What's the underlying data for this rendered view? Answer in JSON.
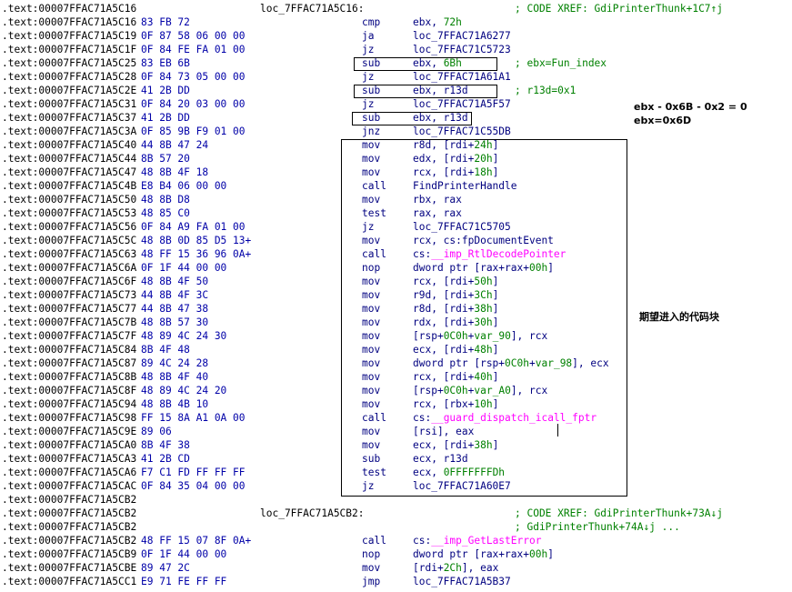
{
  "colors": {
    "address": "#000000",
    "bytes": "#0000a8",
    "instruction": "#000080",
    "comment": "#008000",
    "import": "#ff00ff",
    "background": "#ffffff"
  },
  "lines": [
    {
      "addr": ".text:00007FFAC71A5C16",
      "bytes": "",
      "label": "loc_7FFAC71A5C16:",
      "mn": "",
      "op": [],
      "cmt": "; CODE XREF: GdiPrinterThunk+1C7↑j"
    },
    {
      "addr": ".text:00007FFAC71A5C16",
      "bytes": "83 FB 72",
      "label": "",
      "mn": "cmp",
      "op": [
        {
          "t": "ebx, "
        },
        {
          "t": "72h",
          "c": "num"
        }
      ],
      "cmt": ""
    },
    {
      "addr": ".text:00007FFAC71A5C19",
      "bytes": "0F 87 58 06 00 00",
      "label": "",
      "mn": "ja",
      "op": [
        {
          "t": "loc_7FFAC71A6277"
        }
      ],
      "cmt": ""
    },
    {
      "addr": ".text:00007FFAC71A5C1F",
      "bytes": "0F 84 FE FA 01 00",
      "label": "",
      "mn": "jz",
      "op": [
        {
          "t": "loc_7FFAC71C5723"
        }
      ],
      "cmt": ""
    },
    {
      "addr": ".text:00007FFAC71A5C25",
      "bytes": "83 EB 6B",
      "label": "",
      "mn": "sub",
      "op": [
        {
          "t": "ebx, "
        },
        {
          "t": "6Bh",
          "c": "num"
        }
      ],
      "cmt": "; ebx=Fun_index"
    },
    {
      "addr": ".text:00007FFAC71A5C28",
      "bytes": "0F 84 73 05 00 00",
      "label": "",
      "mn": "jz",
      "op": [
        {
          "t": "loc_7FFAC71A61A1"
        }
      ],
      "cmt": ""
    },
    {
      "addr": ".text:00007FFAC71A5C2E",
      "bytes": "41 2B DD",
      "label": "",
      "mn": "sub",
      "op": [
        {
          "t": "ebx, r13d"
        }
      ],
      "cmt": "; r13d=0x1"
    },
    {
      "addr": ".text:00007FFAC71A5C31",
      "bytes": "0F 84 20 03 00 00",
      "label": "",
      "mn": "jz",
      "op": [
        {
          "t": "loc_7FFAC71A5F57"
        }
      ],
      "cmt": ""
    },
    {
      "addr": ".text:00007FFAC71A5C37",
      "bytes": "41 2B DD",
      "label": "",
      "mn": "sub",
      "op": [
        {
          "t": "ebx, r13d"
        }
      ],
      "cmt": ""
    },
    {
      "addr": ".text:00007FFAC71A5C3A",
      "bytes": "0F 85 9B F9 01 00",
      "label": "",
      "mn": "jnz",
      "op": [
        {
          "t": "loc_7FFAC71C55DB"
        }
      ],
      "cmt": ""
    },
    {
      "addr": ".text:00007FFAC71A5C40",
      "bytes": "44 8B 47 24",
      "label": "",
      "mn": "mov",
      "op": [
        {
          "t": "r8d, [rdi+"
        },
        {
          "t": "24h",
          "c": "num"
        },
        {
          "t": "]"
        }
      ],
      "cmt": ""
    },
    {
      "addr": ".text:00007FFAC71A5C44",
      "bytes": "8B 57 20",
      "label": "",
      "mn": "mov",
      "op": [
        {
          "t": "edx, [rdi+"
        },
        {
          "t": "20h",
          "c": "num"
        },
        {
          "t": "]"
        }
      ],
      "cmt": ""
    },
    {
      "addr": ".text:00007FFAC71A5C47",
      "bytes": "48 8B 4F 18",
      "label": "",
      "mn": "mov",
      "op": [
        {
          "t": "rcx, [rdi+"
        },
        {
          "t": "18h",
          "c": "num"
        },
        {
          "t": "]"
        }
      ],
      "cmt": ""
    },
    {
      "addr": ".text:00007FFAC71A5C4B",
      "bytes": "E8 B4 06 00 00",
      "label": "",
      "mn": "call",
      "op": [
        {
          "t": "FindPrinterHandle"
        }
      ],
      "cmt": ""
    },
    {
      "addr": ".text:00007FFAC71A5C50",
      "bytes": "48 8B D8",
      "label": "",
      "mn": "mov",
      "op": [
        {
          "t": "rbx, rax"
        }
      ],
      "cmt": ""
    },
    {
      "addr": ".text:00007FFAC71A5C53",
      "bytes": "48 85 C0",
      "label": "",
      "mn": "test",
      "op": [
        {
          "t": "rax, rax"
        }
      ],
      "cmt": ""
    },
    {
      "addr": ".text:00007FFAC71A5C56",
      "bytes": "0F 84 A9 FA 01 00",
      "label": "",
      "mn": "jz",
      "op": [
        {
          "t": "loc_7FFAC71C5705"
        }
      ],
      "cmt": ""
    },
    {
      "addr": ".text:00007FFAC71A5C5C",
      "bytes": "48 8B 0D 85 D5 13+",
      "label": "",
      "mn": "mov",
      "op": [
        {
          "t": "rcx, cs:fpDocumentEvent"
        }
      ],
      "cmt": ""
    },
    {
      "addr": ".text:00007FFAC71A5C63",
      "bytes": "48 FF 15 36 96 0A+",
      "label": "",
      "mn": "call",
      "op": [
        {
          "t": "cs:"
        },
        {
          "t": "__imp_RtlDecodePointer",
          "c": "imp"
        }
      ],
      "cmt": ""
    },
    {
      "addr": ".text:00007FFAC71A5C6A",
      "bytes": "0F 1F 44 00 00",
      "label": "",
      "mn": "nop",
      "op": [
        {
          "t": "dword ptr [rax+rax+"
        },
        {
          "t": "00h",
          "c": "num"
        },
        {
          "t": "]"
        }
      ],
      "cmt": ""
    },
    {
      "addr": ".text:00007FFAC71A5C6F",
      "bytes": "48 8B 4F 50",
      "label": "",
      "mn": "mov",
      "op": [
        {
          "t": "rcx, [rdi+"
        },
        {
          "t": "50h",
          "c": "num"
        },
        {
          "t": "]"
        }
      ],
      "cmt": ""
    },
    {
      "addr": ".text:00007FFAC71A5C73",
      "bytes": "44 8B 4F 3C",
      "label": "",
      "mn": "mov",
      "op": [
        {
          "t": "r9d, [rdi+"
        },
        {
          "t": "3Ch",
          "c": "num"
        },
        {
          "t": "]"
        }
      ],
      "cmt": ""
    },
    {
      "addr": ".text:00007FFAC71A5C77",
      "bytes": "44 8B 47 38",
      "label": "",
      "mn": "mov",
      "op": [
        {
          "t": "r8d, [rdi+"
        },
        {
          "t": "38h",
          "c": "num"
        },
        {
          "t": "]"
        }
      ],
      "cmt": ""
    },
    {
      "addr": ".text:00007FFAC71A5C7B",
      "bytes": "48 8B 57 30",
      "label": "",
      "mn": "mov",
      "op": [
        {
          "t": "rdx, [rdi+"
        },
        {
          "t": "30h",
          "c": "num"
        },
        {
          "t": "]"
        }
      ],
      "cmt": ""
    },
    {
      "addr": ".text:00007FFAC71A5C7F",
      "bytes": "48 89 4C 24 30",
      "label": "",
      "mn": "mov",
      "op": [
        {
          "t": "[rsp+"
        },
        {
          "t": "0C0h",
          "c": "num"
        },
        {
          "t": "+"
        },
        {
          "t": "var_90",
          "c": "num"
        },
        {
          "t": "], rcx"
        }
      ],
      "cmt": ""
    },
    {
      "addr": ".text:00007FFAC71A5C84",
      "bytes": "8B 4F 48",
      "label": "",
      "mn": "mov",
      "op": [
        {
          "t": "ecx, [rdi+"
        },
        {
          "t": "48h",
          "c": "num"
        },
        {
          "t": "]"
        }
      ],
      "cmt": ""
    },
    {
      "addr": ".text:00007FFAC71A5C87",
      "bytes": "89 4C 24 28",
      "label": "",
      "mn": "mov",
      "op": [
        {
          "t": "dword ptr [rsp+"
        },
        {
          "t": "0C0h",
          "c": "num"
        },
        {
          "t": "+"
        },
        {
          "t": "var_98",
          "c": "num"
        },
        {
          "t": "], ecx"
        }
      ],
      "cmt": ""
    },
    {
      "addr": ".text:00007FFAC71A5C8B",
      "bytes": "48 8B 4F 40",
      "label": "",
      "mn": "mov",
      "op": [
        {
          "t": "rcx, [rdi+"
        },
        {
          "t": "40h",
          "c": "num"
        },
        {
          "t": "]"
        }
      ],
      "cmt": ""
    },
    {
      "addr": ".text:00007FFAC71A5C8F",
      "bytes": "48 89 4C 24 20",
      "label": "",
      "mn": "mov",
      "op": [
        {
          "t": "[rsp+"
        },
        {
          "t": "0C0h",
          "c": "num"
        },
        {
          "t": "+"
        },
        {
          "t": "var_A0",
          "c": "num"
        },
        {
          "t": "], rcx"
        }
      ],
      "cmt": ""
    },
    {
      "addr": ".text:00007FFAC71A5C94",
      "bytes": "48 8B 4B 10",
      "label": "",
      "mn": "mov",
      "op": [
        {
          "t": "rcx, [rbx+"
        },
        {
          "t": "10h",
          "c": "num"
        },
        {
          "t": "]"
        }
      ],
      "cmt": ""
    },
    {
      "addr": ".text:00007FFAC71A5C98",
      "bytes": "FF 15 8A A1 0A 00",
      "label": "",
      "mn": "call",
      "op": [
        {
          "t": "cs:"
        },
        {
          "t": "__guard_dispatch_icall_fptr",
          "c": "imp"
        }
      ],
      "cmt": ""
    },
    {
      "addr": ".text:00007FFAC71A5C9E",
      "bytes": "89 06",
      "label": "",
      "mn": "mov",
      "op": [
        {
          "t": "[rsi], eax"
        }
      ],
      "cmt": ""
    },
    {
      "addr": ".text:00007FFAC71A5CA0",
      "bytes": "8B 4F 38",
      "label": "",
      "mn": "mov",
      "op": [
        {
          "t": "ecx, [rdi+"
        },
        {
          "t": "38h",
          "c": "num"
        },
        {
          "t": "]"
        }
      ],
      "cmt": ""
    },
    {
      "addr": ".text:00007FFAC71A5CA3",
      "bytes": "41 2B CD",
      "label": "",
      "mn": "sub",
      "op": [
        {
          "t": "ecx, r13d"
        }
      ],
      "cmt": ""
    },
    {
      "addr": ".text:00007FFAC71A5CA6",
      "bytes": "F7 C1 FD FF FF FF",
      "label": "",
      "mn": "test",
      "op": [
        {
          "t": "ecx, "
        },
        {
          "t": "0FFFFFFFDh",
          "c": "num"
        }
      ],
      "cmt": ""
    },
    {
      "addr": ".text:00007FFAC71A5CAC",
      "bytes": "0F 84 35 04 00 00",
      "label": "",
      "mn": "jz",
      "op": [
        {
          "t": "loc_7FFAC71A60E7"
        }
      ],
      "cmt": ""
    },
    {
      "addr": ".text:00007FFAC71A5CB2",
      "bytes": "",
      "label": "",
      "mn": "",
      "op": [],
      "cmt": ""
    },
    {
      "addr": ".text:00007FFAC71A5CB2",
      "bytes": "",
      "label": "loc_7FFAC71A5CB2:",
      "mn": "",
      "op": [],
      "cmt": "; CODE XREF: GdiPrinterThunk+73A↓j"
    },
    {
      "addr": ".text:00007FFAC71A5CB2",
      "bytes": "",
      "label": "",
      "mn": "",
      "op": [],
      "cmt": "; GdiPrinterThunk+74A↓j ..."
    },
    {
      "addr": ".text:00007FFAC71A5CB2",
      "bytes": "48 FF 15 07 8F 0A+",
      "label": "",
      "mn": "call",
      "op": [
        {
          "t": "cs:"
        },
        {
          "t": "__imp_GetLastError",
          "c": "imp"
        }
      ],
      "cmt": ""
    },
    {
      "addr": ".text:00007FFAC71A5CB9",
      "bytes": "0F 1F 44 00 00",
      "label": "",
      "mn": "nop",
      "op": [
        {
          "t": "dword ptr [rax+rax+"
        },
        {
          "t": "00h",
          "c": "num"
        },
        {
          "t": "]"
        }
      ],
      "cmt": ""
    },
    {
      "addr": ".text:00007FFAC71A5CBE",
      "bytes": "89 47 2C",
      "label": "",
      "mn": "mov",
      "op": [
        {
          "t": "[rdi+"
        },
        {
          "t": "2Ch",
          "c": "num"
        },
        {
          "t": "], eax"
        }
      ],
      "cmt": ""
    },
    {
      "addr": ".text:00007FFAC71A5CC1",
      "bytes": "E9 71 FE FF FF",
      "label": "",
      "mn": "jmp",
      "op": [
        {
          "t": "loc_7FFAC71A5B37"
        }
      ],
      "cmt": ""
    }
  ],
  "annotations": {
    "note_line1": "ebx - 0x6B - 0x2 = 0",
    "note_line2": "ebx=0x6D",
    "block_label": "期望进入的代码块"
  }
}
